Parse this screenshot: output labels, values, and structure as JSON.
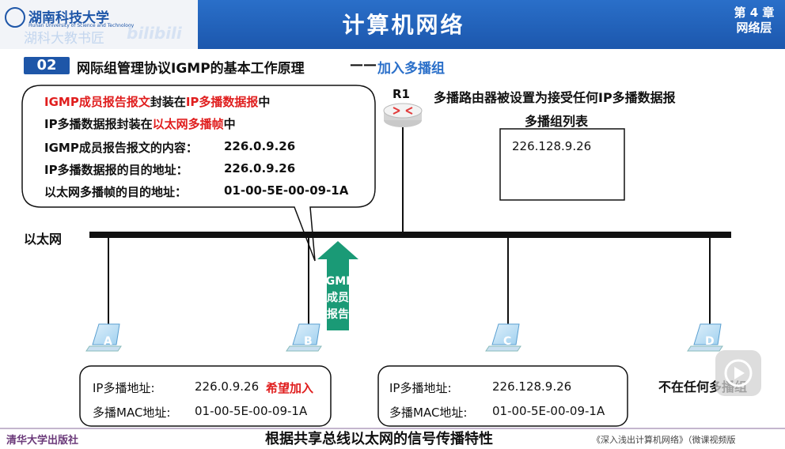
{
  "header": {
    "school_name": "湖南科技大学",
    "school_en": "Hunan University of Science and Technology",
    "watermark_left": "湖科大教书匠",
    "watermark_bili": "bilibili",
    "title": "计算机网络",
    "chapter": "第 4 章",
    "chapter_name": "网络层"
  },
  "section": {
    "number": "02",
    "title": "网际组管理协议IGMP的基本工作原理",
    "dash": "——",
    "subtitle": "加入多播组"
  },
  "callout": {
    "line1_red1": "IGMP成员报告报文",
    "line1_mid": "封装在",
    "line1_red2": "IP多播数据报",
    "line1_end": "中",
    "line2_start": "IP多播数据报封装在",
    "line2_red": "以太网多播帧",
    "line2_end": "中",
    "line3_label": "IGMP成员报告报文的内容：",
    "line3_value": "226.0.9.26",
    "line4_label": "IP多播数据报的目的地址：",
    "line4_value": "226.0.9.26",
    "line5_label": "以太网多播帧的目的地址：",
    "line5_value": "01-00-5E-00-09-1A"
  },
  "router": {
    "label": "R1",
    "description": "多播路由器被设置为接受任何IP多播数据报",
    "list_title": "多播组列表",
    "list_entries": [
      "226.128.9.26"
    ]
  },
  "network": {
    "label": "以太网"
  },
  "igmp_packet": {
    "line1": "IGMP",
    "line2": "成员",
    "line3": "报告",
    "color": "#1a9a76"
  },
  "hosts": [
    {
      "label": "A"
    },
    {
      "label": "B"
    },
    {
      "label": "C"
    },
    {
      "label": "D"
    }
  ],
  "host_b_info": {
    "ip_label": "IP多播地址:",
    "ip_value": "226.0.9.26",
    "action": "希望加入",
    "mac_label": "多播MAC地址:",
    "mac_value": "01-00-5E-00-09-1A"
  },
  "host_c_info": {
    "ip_label": "IP多播地址:",
    "ip_value": "226.128.9.26",
    "mac_label": "多播MAC地址:",
    "mac_value": "01-00-5E-00-09-1A"
  },
  "host_d_info": {
    "text": "不在任何多播组"
  },
  "caption": "根据共享总线以太网的信号传播特性",
  "footer": {
    "press": "清华大学出版社",
    "book": "《深入浅出计算机网络》（微课视频版"
  },
  "colors": {
    "header_blue": "#1e56a8",
    "accent_red": "#e01e1e",
    "accent_blue": "#2a6fc9",
    "packet_green": "#1a9a76"
  }
}
